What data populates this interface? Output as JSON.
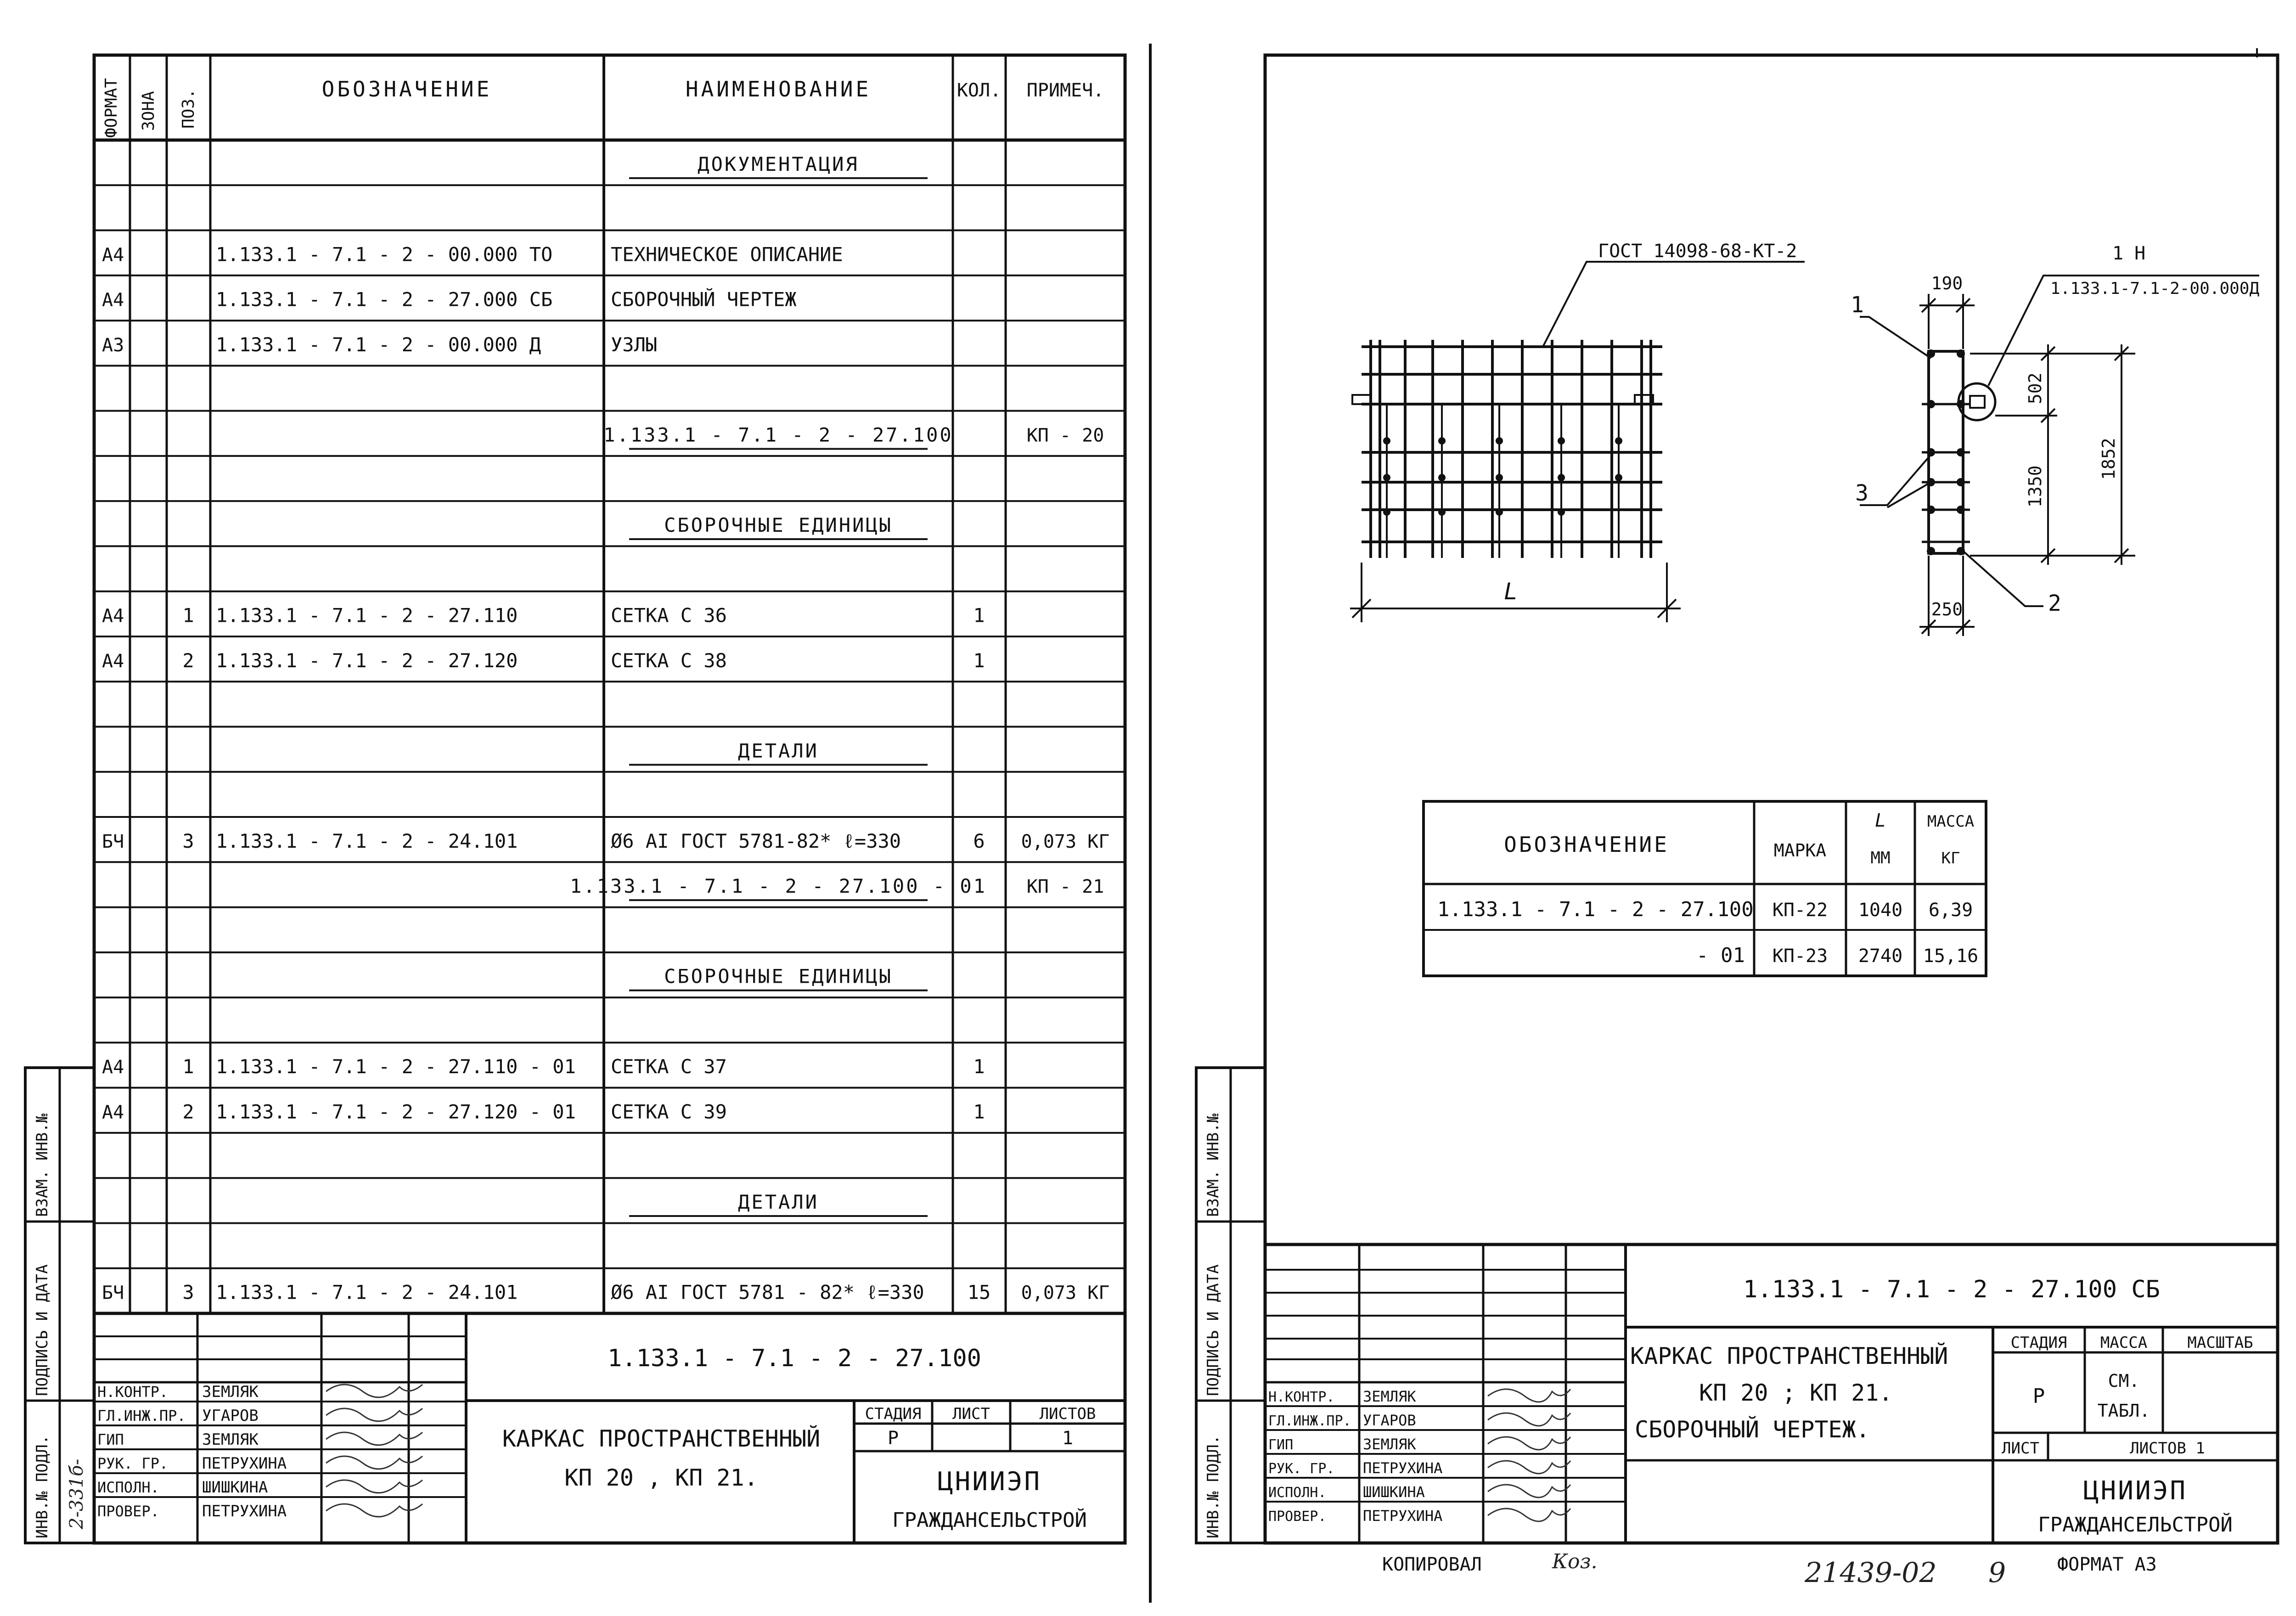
{
  "left_sheet": {
    "headers": {
      "format": "ФОРМАТ",
      "zone": "ЗОНА",
      "pos": "ПОЗ.",
      "designation": "ОБОЗНАЧЕНИЕ",
      "name": "НАИМЕНОВАНИЕ",
      "qty": "КОЛ.",
      "note": "ПРИМЕЧ."
    },
    "rows": [
      {
        "format": "",
        "pos": "",
        "designation": "",
        "name": "ДОКУМЕНТАЦИЯ",
        "qty": "",
        "note": "",
        "kind": "section"
      },
      {
        "format": "",
        "pos": "",
        "designation": "",
        "name": "",
        "qty": "",
        "note": "",
        "kind": "blank"
      },
      {
        "format": "А4",
        "pos": "",
        "designation": "1.133.1 - 7.1 - 2 - 00.000 ТО",
        "name": "ТЕХНИЧЕСКОЕ  ОПИСАНИЕ",
        "qty": "",
        "note": "",
        "kind": "item"
      },
      {
        "format": "А4",
        "pos": "",
        "designation": "1.133.1 - 7.1 - 2 - 27.000 СБ",
        "name": "СБОРОЧНЫЙ   ЧЕРТЕЖ",
        "qty": "",
        "note": "",
        "kind": "item"
      },
      {
        "format": "А3",
        "pos": "",
        "designation": "1.133.1 - 7.1 - 2 - 00.000 Д",
        "name": "УЗЛЫ",
        "qty": "",
        "note": "",
        "kind": "item"
      },
      {
        "format": "",
        "pos": "",
        "designation": "",
        "name": "",
        "qty": "",
        "note": "",
        "kind": "blank"
      },
      {
        "format": "",
        "pos": "",
        "designation": "",
        "name": "1.133.1 - 7.1 - 2 - 27.100",
        "qty": "",
        "note": "КП - 20",
        "kind": "section"
      },
      {
        "format": "",
        "pos": "",
        "designation": "",
        "name": "",
        "qty": "",
        "note": "",
        "kind": "blank"
      },
      {
        "format": "",
        "pos": "",
        "designation": "",
        "name": "СБОРОЧНЫЕ  ЕДИНИЦЫ",
        "qty": "",
        "note": "",
        "kind": "section"
      },
      {
        "format": "",
        "pos": "",
        "designation": "",
        "name": "",
        "qty": "",
        "note": "",
        "kind": "blank"
      },
      {
        "format": "А4",
        "pos": "1",
        "designation": "1.133.1 - 7.1 - 2 - 27.110",
        "name": "СЕТКА  С 36",
        "qty": "1",
        "note": "",
        "kind": "item"
      },
      {
        "format": "А4",
        "pos": "2",
        "designation": "1.133.1 - 7.1 - 2 - 27.120",
        "name": "СЕТКА  С 38",
        "qty": "1",
        "note": "",
        "kind": "item"
      },
      {
        "format": "",
        "pos": "",
        "designation": "",
        "name": "",
        "qty": "",
        "note": "",
        "kind": "blank"
      },
      {
        "format": "",
        "pos": "",
        "designation": "",
        "name": "ДЕТАЛИ",
        "qty": "",
        "note": "",
        "kind": "section"
      },
      {
        "format": "",
        "pos": "",
        "designation": "",
        "name": "",
        "qty": "",
        "note": "",
        "kind": "blank"
      },
      {
        "format": "БЧ",
        "pos": "3",
        "designation": "1.133.1 - 7.1 - 2 - 24.101",
        "name": "Ø6 АI ГОСТ 5781-82*  ℓ=330",
        "qty": "6",
        "note": "0,073 КГ",
        "kind": "item"
      },
      {
        "format": "",
        "pos": "",
        "designation": "",
        "name": "1.133.1 - 7.1 - 2 - 27.100 - 01",
        "qty": "",
        "note": "КП - 21",
        "kind": "section"
      },
      {
        "format": "",
        "pos": "",
        "designation": "",
        "name": "",
        "qty": "",
        "note": "",
        "kind": "blank"
      },
      {
        "format": "",
        "pos": "",
        "designation": "",
        "name": "СБОРОЧНЫЕ  ЕДИНИЦЫ",
        "qty": "",
        "note": "",
        "kind": "section"
      },
      {
        "format": "",
        "pos": "",
        "designation": "",
        "name": "",
        "qty": "",
        "note": "",
        "kind": "blank"
      },
      {
        "format": "А4",
        "pos": "1",
        "designation": "1.133.1 - 7.1 - 2 - 27.110 - 01",
        "name": "СЕТКА  С 37",
        "qty": "1",
        "note": "",
        "kind": "item"
      },
      {
        "format": "А4",
        "pos": "2",
        "designation": "1.133.1 - 7.1 - 2 - 27.120 - 01",
        "name": "СЕТКА  С 39",
        "qty": "1",
        "note": "",
        "kind": "item"
      },
      {
        "format": "",
        "pos": "",
        "designation": "",
        "name": "",
        "qty": "",
        "note": "",
        "kind": "blank"
      },
      {
        "format": "",
        "pos": "",
        "designation": "",
        "name": "ДЕТАЛИ",
        "qty": "",
        "note": "",
        "kind": "section"
      },
      {
        "format": "",
        "pos": "",
        "designation": "",
        "name": "",
        "qty": "",
        "note": "",
        "kind": "blank"
      },
      {
        "format": "БЧ",
        "pos": "3",
        "designation": "1.133.1 - 7.1 - 2 - 24.101",
        "name": "Ø6 АI ГОСТ 5781 - 82*  ℓ=330",
        "qty": "15",
        "note": "0,073 КГ",
        "kind": "item"
      }
    ],
    "side_stamp": [
      "ИНВ.№ ПОДЛ.",
      "ПОДПИСЬ И ДАТА",
      "ВЗАМ. ИНВ.№"
    ],
    "side_inv": "2-331б-",
    "title_block": {
      "code": "1.133.1 - 7.1 - 2 - 27.100",
      "title_line1": "КАРКАС  ПРОСТРАНСТВЕННЫЙ",
      "title_line2": "КП 20 , КП 21.",
      "stage_label": "СТАДИЯ",
      "sheet_label": "ЛИСТ",
      "sheets_label": "ЛИСТОВ",
      "stage": "Р",
      "sheets": "1",
      "org1": "ЦНИИЭП",
      "org2": "ГРАЖДАНСЕЛЬСТРОЙ",
      "people": [
        {
          "role": "Н.КОНТР.",
          "name": "ЗЕМЛЯК"
        },
        {
          "role": "ГЛ.ИНЖ.ПР.",
          "name": "УГАРОВ"
        },
        {
          "role": "ГИП",
          "name": "ЗЕМЛЯК"
        },
        {
          "role": "РУК. ГР.",
          "name": "ПЕТРУХИНА"
        },
        {
          "role": "ИСПОЛН.",
          "name": "ШИШКИНА"
        },
        {
          "role": "ПРОВЕР.",
          "name": "ПЕТРУХИНА"
        }
      ]
    }
  },
  "right_sheet": {
    "drawing": {
      "gost_label": "ГОСТ 14098-68-КТ-2",
      "node_label": "1 Н",
      "node_ref": "1.133.1-7.1-2-00.000Д",
      "dim_190": "190",
      "dim_502": "502",
      "dim_1350": "1350",
      "dim_1852": "1852",
      "dim_250": "250",
      "dim_L": "L",
      "callout_1": "1",
      "callout_2": "2",
      "callout_3": "3"
    },
    "table": {
      "col_designation": "ОБОЗНАЧЕНИЕ",
      "col_mark": "МАРКА",
      "col_l_top": "L",
      "col_l_unit": "ММ",
      "col_mass_top": "МАССА",
      "col_mass_unit": "КГ",
      "rows": [
        {
          "designation": "1.133.1 - 7.1 - 2 - 27.100",
          "mark": "КП-22",
          "l": "1040",
          "mass": "6,39"
        },
        {
          "designation": "- 01",
          "mark": "КП-23",
          "l": "2740",
          "mass": "15,16"
        }
      ]
    },
    "side_stamp": [
      "ИНВ.№ ПОДЛ.",
      "ПОДПИСЬ И ДАТА",
      "ВЗАМ. ИНВ.№"
    ],
    "title_block": {
      "code": "1.133.1 - 7.1 - 2 - 27.100 СБ",
      "title_line1": "КАРКАС ПРОСТРАНСТВЕННЫЙ",
      "title_line2": "КП 20 ; КП 21.",
      "title_line3": "СБОРОЧНЫЙ ЧЕРТЕЖ.",
      "stage_label": "СТАДИЯ",
      "mass_label": "МАССА",
      "scale_label": "МАСШТАБ",
      "stage": "Р",
      "mass_line1": "СМ.",
      "mass_line2": "ТАБЛ.",
      "sheet_label": "ЛИСТ",
      "sheets_label": "ЛИСТОВ 1",
      "org1": "ЦНИИЭП",
      "org2": "ГРАЖДАНСЕЛЬСТРОЙ",
      "people": [
        {
          "role": "Н.КОНТР.",
          "name": "ЗЕМЛЯК"
        },
        {
          "role": "ГЛ.ИНЖ.ПР.",
          "name": "УГАРОВ"
        },
        {
          "role": "ГИП",
          "name": "ЗЕМЛЯК"
        },
        {
          "role": "РУК. ГР.",
          "name": "ПЕТРУХИНА"
        },
        {
          "role": "ИСПОЛН.",
          "name": "ШИШКИНА"
        },
        {
          "role": "ПРОВЕР.",
          "name": "ПЕТРУХИНА"
        }
      ]
    },
    "footer": {
      "copied": "КОПИРОВАЛ",
      "copied_sig": "Коз.",
      "doc_no": "21439-02",
      "page": "9",
      "format": "ФОРМАТ А3"
    }
  }
}
